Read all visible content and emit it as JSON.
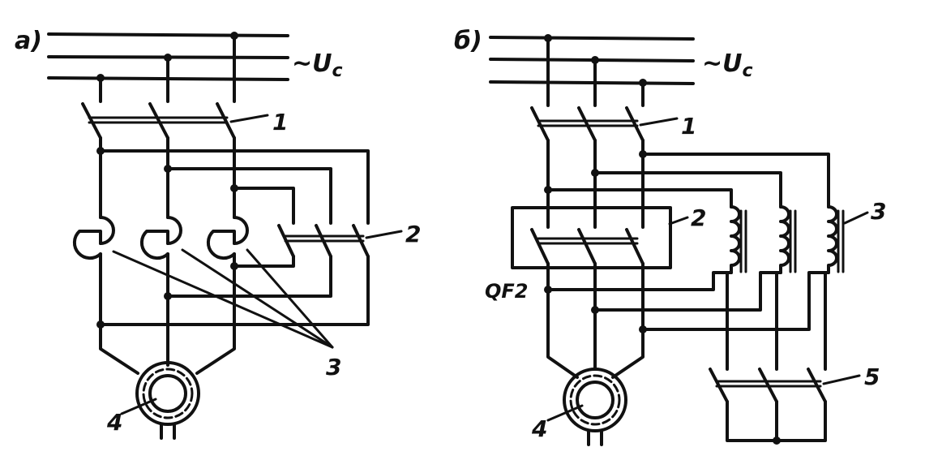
{
  "diagram_a": {
    "panel_label": "а)",
    "supply_label": "~U",
    "supply_subscript": "c",
    "callouts": {
      "breaker": "1",
      "contactor": "2",
      "reactors": "3",
      "motor": "4"
    }
  },
  "diagram_b": {
    "panel_label": "б)",
    "supply_label": "~U",
    "supply_subscript": "c",
    "breaker2_label": "QF2",
    "callouts": {
      "breaker": "1",
      "contactor": "2",
      "autotransformer": "3",
      "motor": "4",
      "star_switch": "5"
    }
  }
}
